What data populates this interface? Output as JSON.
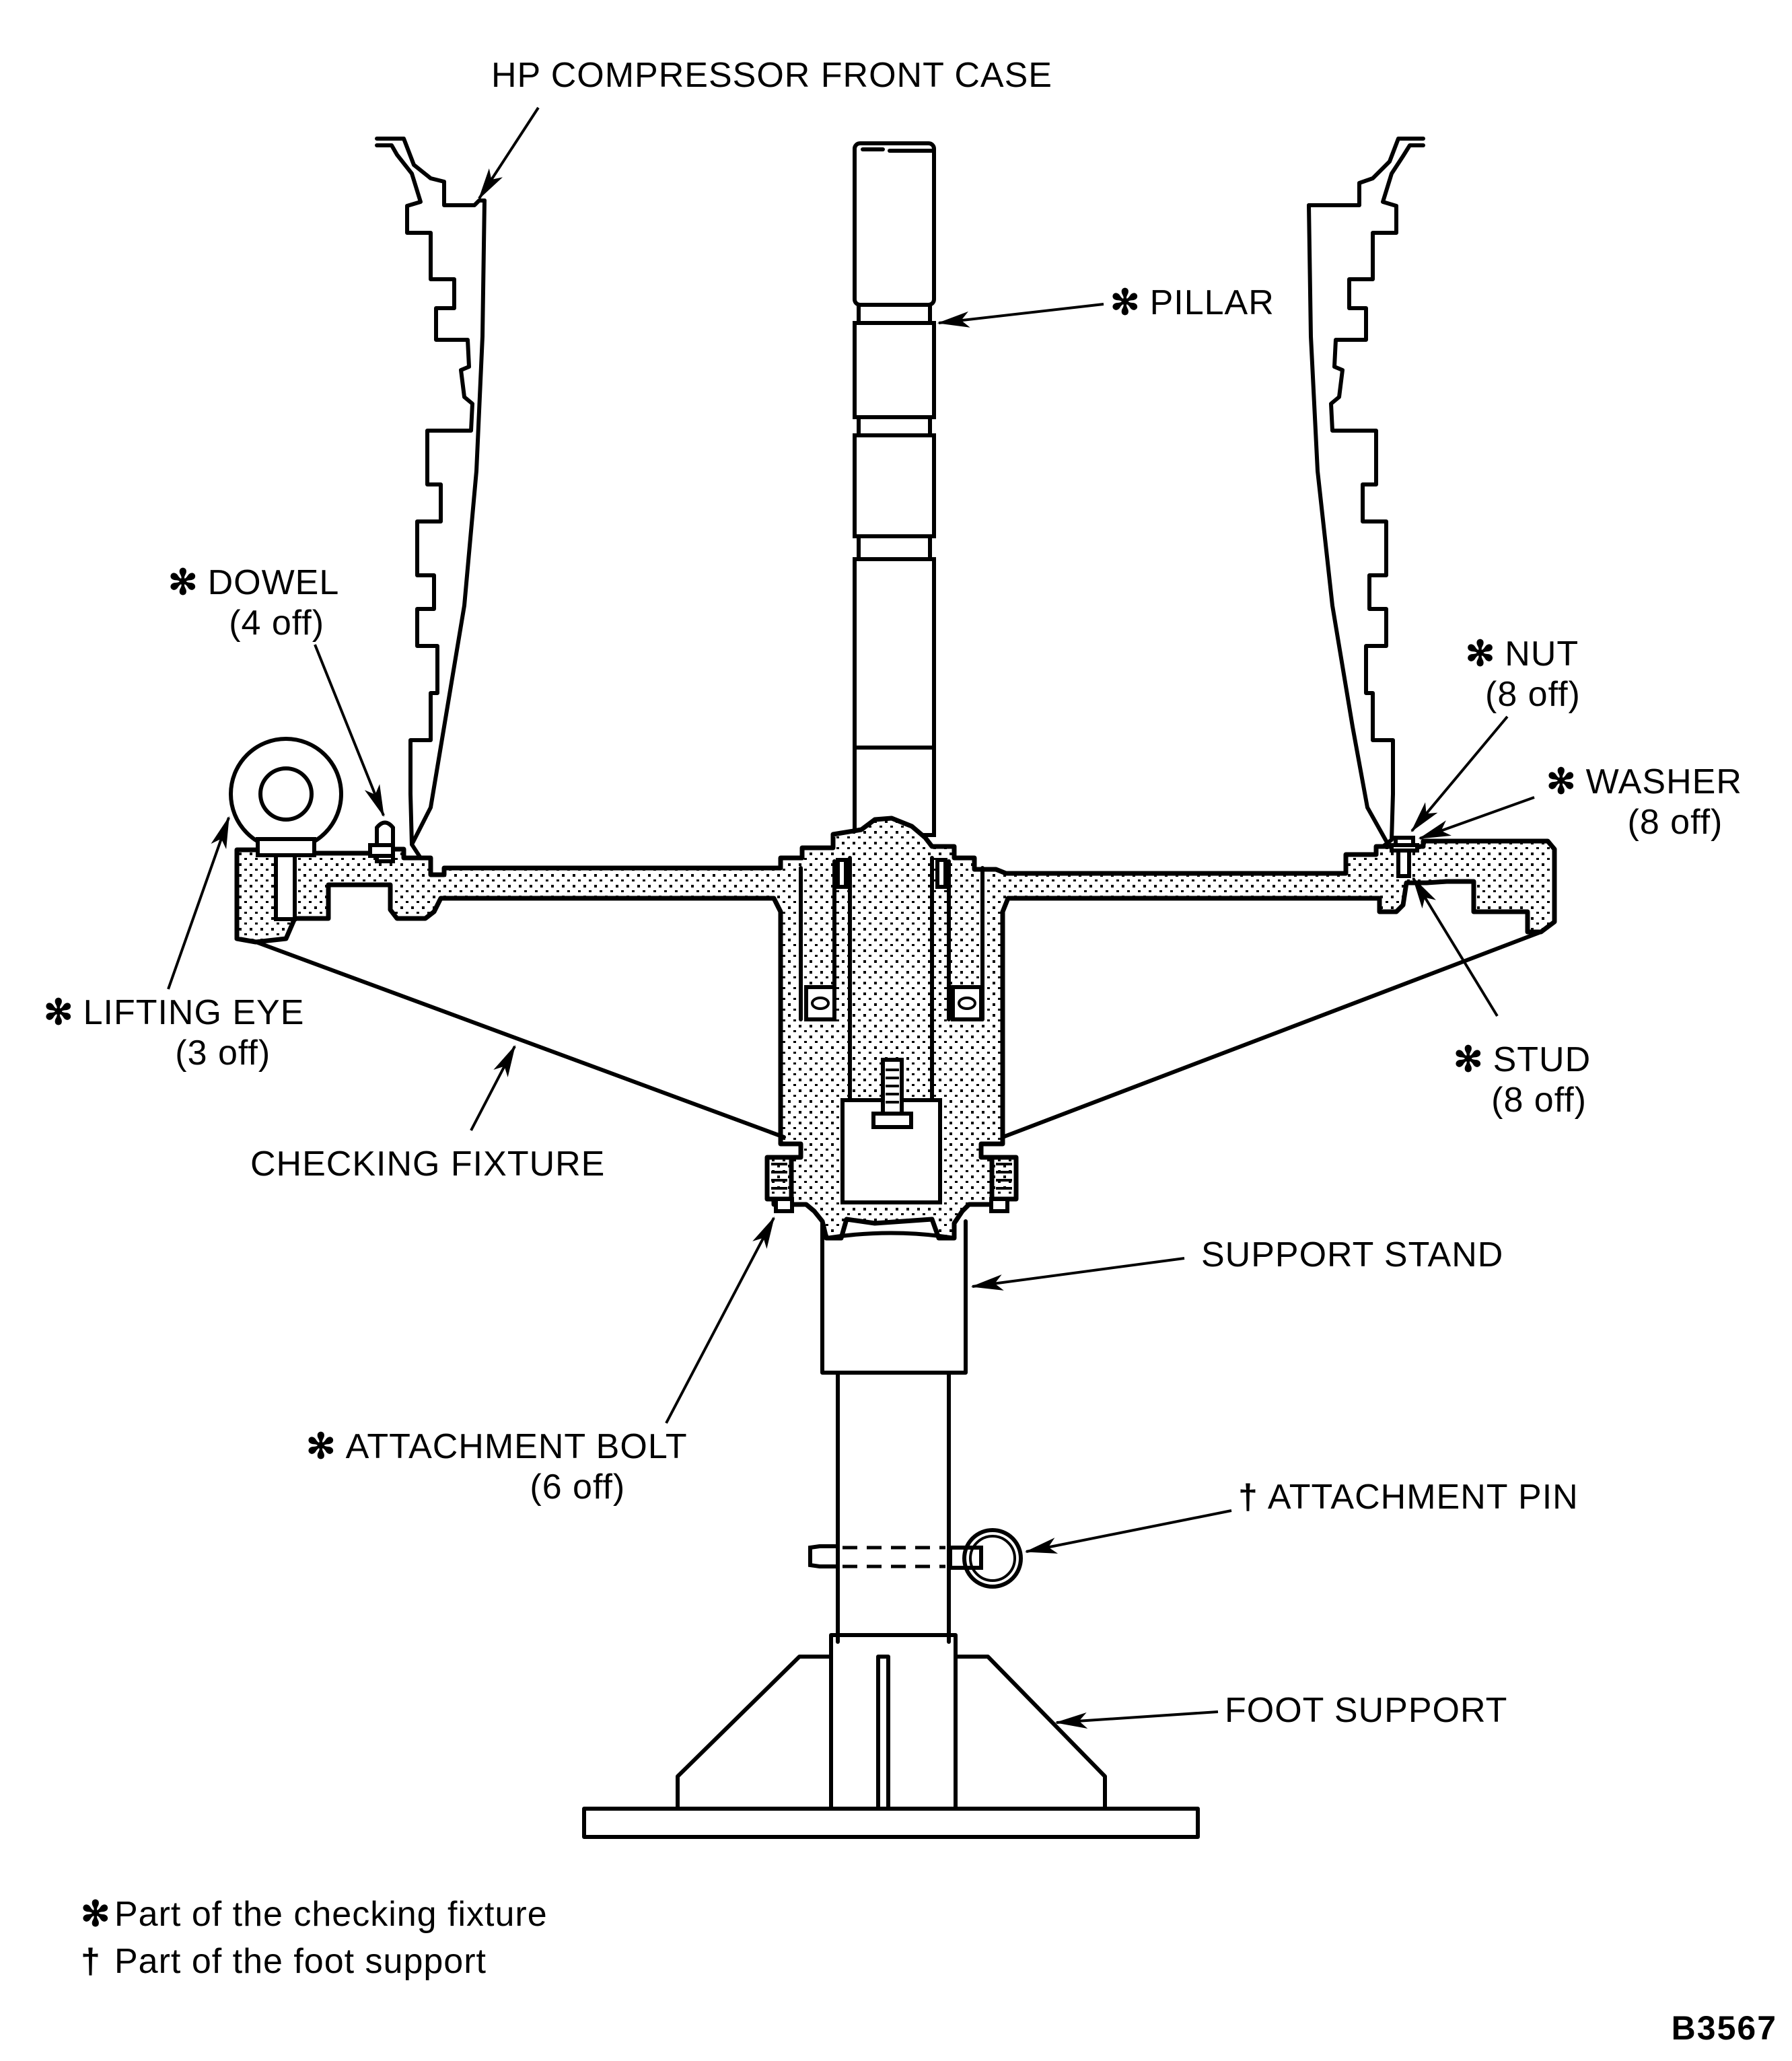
{
  "figure": {
    "figure_number": "B3567",
    "subject": "HP compressor front case mounted on checking fixture and support stand"
  },
  "symbols": {
    "checking_fixture_part": "✻",
    "foot_support_part": "†"
  },
  "labels": {
    "hp_case": {
      "text": "HP COMPRESSOR FRONT CASE",
      "symbol": "",
      "qty": ""
    },
    "pillar": {
      "text": "PILLAR",
      "symbol": "✻",
      "qty": ""
    },
    "dowel": {
      "text": "DOWEL",
      "symbol": "✻",
      "qty": "(4 off)"
    },
    "nut": {
      "text": "NUT",
      "symbol": "✻",
      "qty": "(8 off)"
    },
    "washer": {
      "text": "WASHER",
      "symbol": "✻",
      "qty": "(8 off)"
    },
    "lifting_eye": {
      "text": "LIFTING EYE",
      "symbol": "✻",
      "qty": "(3 off)"
    },
    "stud": {
      "text": "STUD",
      "symbol": "✻",
      "qty": "(8 off)"
    },
    "checking_fixture": {
      "text": "CHECKING FIXTURE",
      "symbol": "",
      "qty": ""
    },
    "support_stand": {
      "text": "SUPPORT STAND",
      "symbol": "",
      "qty": ""
    },
    "attachment_bolt": {
      "text": "ATTACHMENT BOLT",
      "symbol": "✻",
      "qty": "(6 off)"
    },
    "attachment_pin": {
      "text": "ATTACHMENT PIN",
      "symbol": "†",
      "qty": ""
    },
    "foot_support": {
      "text": "FOOT SUPPORT",
      "symbol": "",
      "qty": ""
    }
  },
  "legend": [
    {
      "symbol": "✻",
      "text": "Part of the checking fixture"
    },
    {
      "symbol": "†",
      "text": "Part of the foot support"
    }
  ]
}
